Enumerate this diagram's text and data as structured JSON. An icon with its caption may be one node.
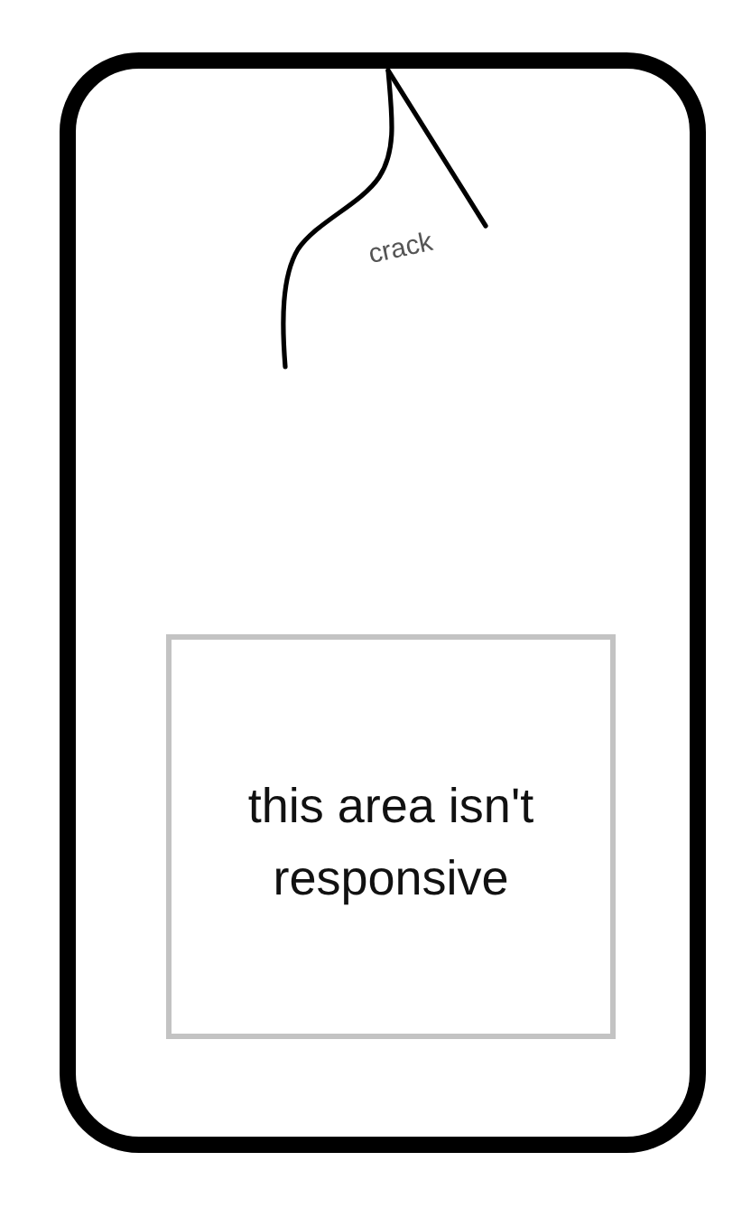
{
  "diagram": {
    "nodes": [
      {
        "text": [],
        "shape": "box"
      },
      {
        "text": [
          "this area isn't responsive"
        ],
        "in": 0
      }
    ],
    "labels": [
      "crack"
    ]
  }
}
